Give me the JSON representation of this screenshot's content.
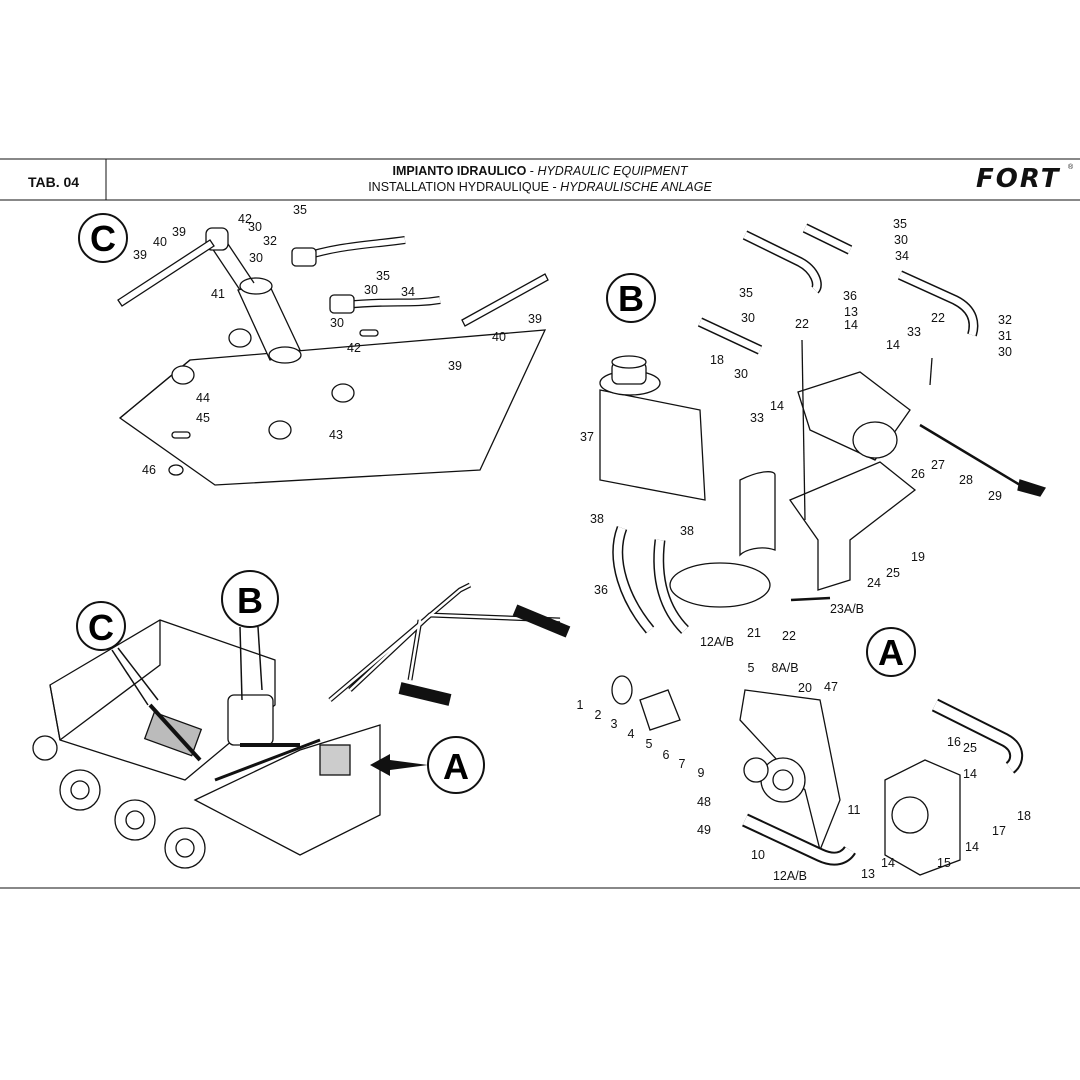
{
  "header": {
    "tab": "TAB. 04",
    "title_line1_bold": "IMPIANTO IDRAULICO",
    "title_line1_sep": " - ",
    "title_line1_italic": "HYDRAULIC EQUIPMENT",
    "title_line2_normal": "INSTALLATION HYDRAULIQUE",
    "title_line2_sep": " - ",
    "title_line2_italic": "HYDRAULISCHE ANLAGE",
    "logo": "FORT",
    "logo_mark": "®"
  },
  "sections": {
    "c": "C",
    "b": "B",
    "a": "A"
  },
  "callouts": {
    "c": [
      "39",
      "40",
      "39",
      "42",
      "35",
      "30",
      "32",
      "30",
      "35",
      "30",
      "34",
      "41",
      "30",
      "42",
      "40",
      "39",
      "39",
      "44",
      "45",
      "43",
      "46"
    ],
    "b": [
      "35",
      "30",
      "34",
      "30",
      "35",
      "36",
      "13",
      "14",
      "22",
      "32",
      "31",
      "30",
      "33",
      "22",
      "14",
      "18",
      "30",
      "33",
      "14",
      "37",
      "27",
      "26",
      "28",
      "29",
      "38",
      "38",
      "19",
      "24",
      "25",
      "36",
      "12A/B",
      "21",
      "22",
      "23A/B"
    ],
    "a": [
      "5",
      "8A/B",
      "47",
      "20",
      "1",
      "2",
      "3",
      "4",
      "5",
      "6",
      "7",
      "9",
      "48",
      "49",
      "16",
      "25",
      "14",
      "17",
      "18",
      "11",
      "10",
      "14",
      "15",
      "12A/B",
      "13",
      "14"
    ]
  }
}
